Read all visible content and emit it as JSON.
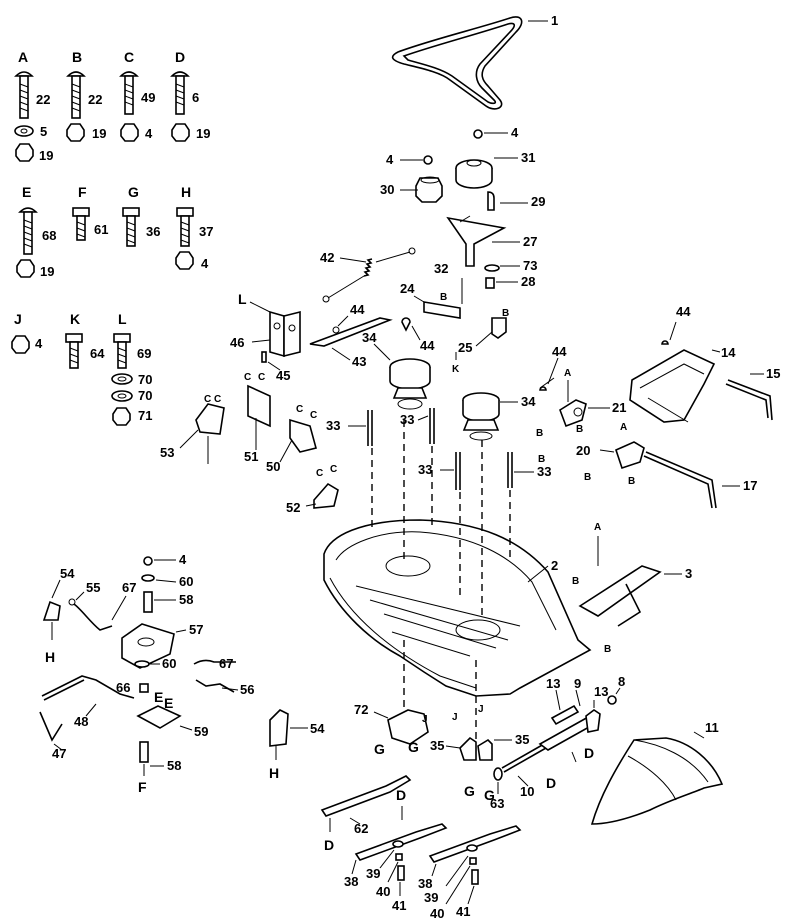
{
  "hardware": [
    {
      "letter": "A",
      "items": [
        "22",
        "5",
        "19"
      ]
    },
    {
      "letter": "B",
      "items": [
        "22",
        "19"
      ]
    },
    {
      "letter": "C",
      "items": [
        "49",
        "4"
      ]
    },
    {
      "letter": "D",
      "items": [
        "6",
        "19"
      ]
    },
    {
      "letter": "E",
      "items": [
        "68",
        "19"
      ]
    },
    {
      "letter": "F",
      "items": [
        "61"
      ]
    },
    {
      "letter": "G",
      "items": [
        "36"
      ]
    },
    {
      "letter": "H",
      "items": [
        "37",
        "4"
      ]
    },
    {
      "letter": "J",
      "items": [
        "4"
      ]
    },
    {
      "letter": "K",
      "items": [
        "64"
      ]
    },
    {
      "letter": "L",
      "items": [
        "69",
        "70",
        "70",
        "71"
      ]
    }
  ],
  "callouts": {
    "p1": "1",
    "p2": "2",
    "p3": "3",
    "p4a": "4",
    "p4b": "4",
    "p4c": "4",
    "p8": "8",
    "p9": "9",
    "p10": "10",
    "p11": "11",
    "p13a": "13",
    "p13b": "13",
    "p14": "14",
    "p15": "15",
    "p17": "17",
    "p20": "20",
    "p21": "21",
    "p24": "24",
    "p25": "25",
    "p27": "27",
    "p28": "28",
    "p29": "29",
    "p30": "30",
    "p31": "31",
    "p32": "32",
    "p33a": "33",
    "p33b": "33",
    "p33c": "33",
    "p33d": "33",
    "p34a": "34",
    "p34b": "34",
    "p35a": "35",
    "p35b": "35",
    "p38a": "38",
    "p38b": "38",
    "p39a": "39",
    "p39b": "39",
    "p40a": "40",
    "p40b": "40",
    "p41a": "41",
    "p41b": "41",
    "p42": "42",
    "p43": "43",
    "p44a": "44",
    "p44b": "44",
    "p44c": "44",
    "p44d": "44",
    "p45": "45",
    "p46": "46",
    "p47": "47",
    "p48": "48",
    "p50": "50",
    "p51": "51",
    "p52": "52",
    "p53": "53",
    "p54a": "54",
    "p54b": "54",
    "p55": "55",
    "p56": "56",
    "p57": "57",
    "p58a": "58",
    "p58b": "58",
    "p59": "59",
    "p60a": "60",
    "p60b": "60",
    "p62": "62",
    "p63": "63",
    "p66": "66",
    "p67a": "67",
    "p67b": "67",
    "p72": "72",
    "p73": "73"
  },
  "refs": {
    "A": "A",
    "B": "B",
    "C": "C",
    "D": "D",
    "E": "E",
    "F": "F",
    "G": "G",
    "H": "H",
    "J": "J",
    "K": "K",
    "L": "L"
  }
}
